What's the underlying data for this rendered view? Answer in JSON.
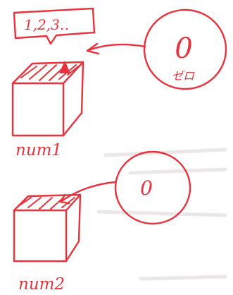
{
  "colors": {
    "ink": "#e8323c",
    "paper": "#ffffff"
  },
  "speech_bubble": {
    "text": "1,2,3‥"
  },
  "circle_one": {
    "value": "0",
    "caption": "ゼロ"
  },
  "box_one": {
    "label": "num1"
  },
  "circle_two": {
    "value": "0"
  },
  "box_two": {
    "label": "num2"
  }
}
